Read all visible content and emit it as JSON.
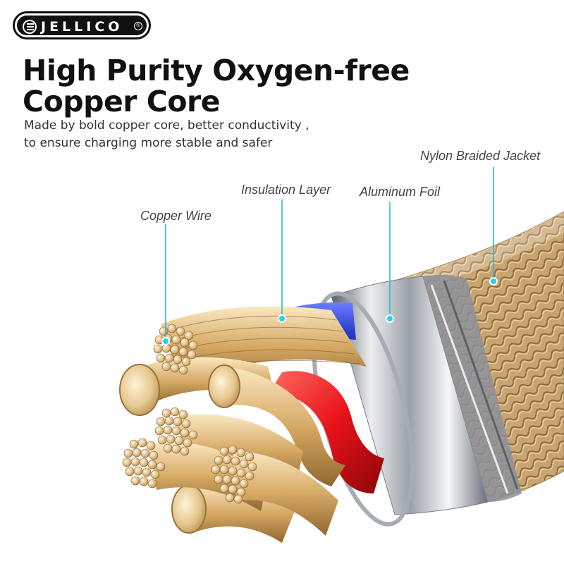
{
  "brand": {
    "logo_text": "JELLICO",
    "logo_icon": "jellico-e-icon",
    "registered_mark": "®"
  },
  "headline": {
    "title_line1": "High Purity Oxygen-free",
    "title_line2": "Copper Core",
    "subtitle_line1": "Made by bold copper core, better conductivity ,",
    "subtitle_line2": "to ensure charging more stable and safer"
  },
  "callouts": {
    "copper_wire": "Copper Wire",
    "insulation_layer": "Insulation Layer",
    "aluminum_foil": "Aluminum Foil",
    "nylon_jacket": "Nylon Braided Jacket"
  },
  "colors": {
    "leader_line": "#19b8d2",
    "copper": "#d9b27a",
    "braid_gold": "#c9a470",
    "insulation_blue": "#2a3fd0",
    "insulation_red": "#e8121a",
    "foil_silver": "#c9ccd1"
  }
}
